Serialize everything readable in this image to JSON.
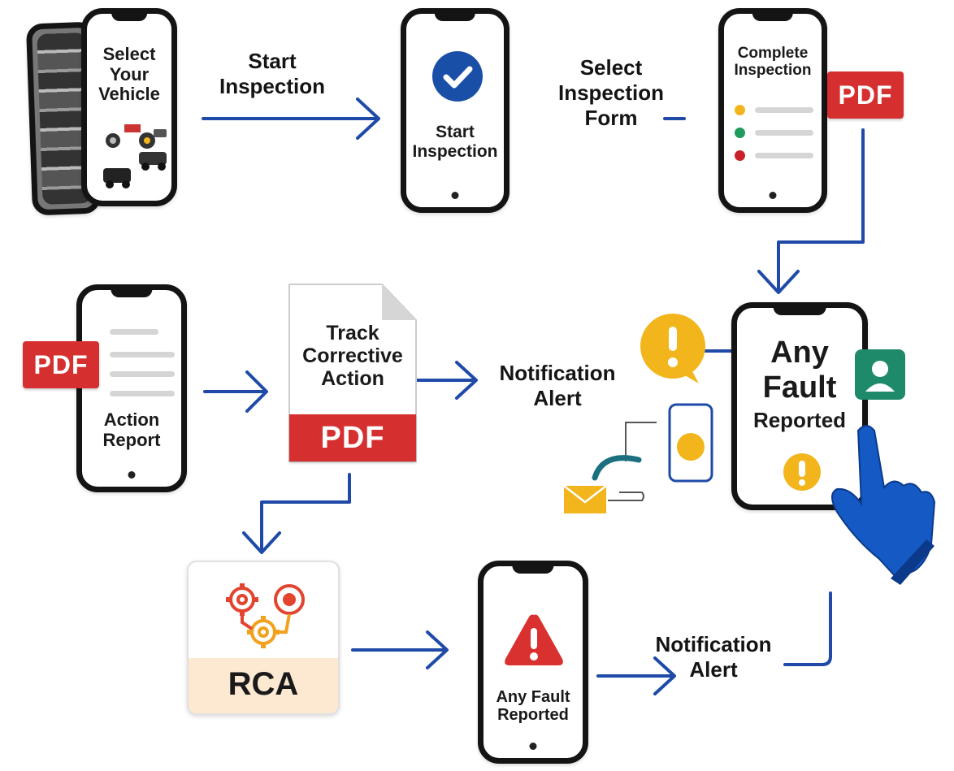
{
  "nodes": {
    "select_vehicle": "Select\nYour\nVehicle",
    "start_inspection_phone": "Start\nInspection",
    "complete_inspection": "Complete\nInspection",
    "any_fault_big": "Any\nFault",
    "any_fault_big_sub": "Reported",
    "action_report": "Action\nReport",
    "track_corrective": "Track\nCorrective\nAction",
    "rca": "RCA",
    "any_fault_small": "Any Fault\nReported"
  },
  "edge_labels": {
    "start_inspection": "Start\nInspection",
    "select_form": "Select\nInspection\nForm",
    "notification_mid": "Notification\nAlert",
    "notification_bottom": "Notification\nAlert"
  },
  "badges": {
    "pdf_top": "PDF",
    "pdf_left": "PDF",
    "pdf_doc": "PDF"
  },
  "alerts": {
    "exclamation": "!"
  },
  "colors": {
    "arrow": "#1f4aa8",
    "pdf": "#d62f2f",
    "check": "#1a4fa8",
    "alert_yellow": "#f2b51c",
    "alert_red": "#d93030",
    "green": "#1f9b5c",
    "hand": "#1459c4",
    "rca_band": "#fde8d2"
  }
}
